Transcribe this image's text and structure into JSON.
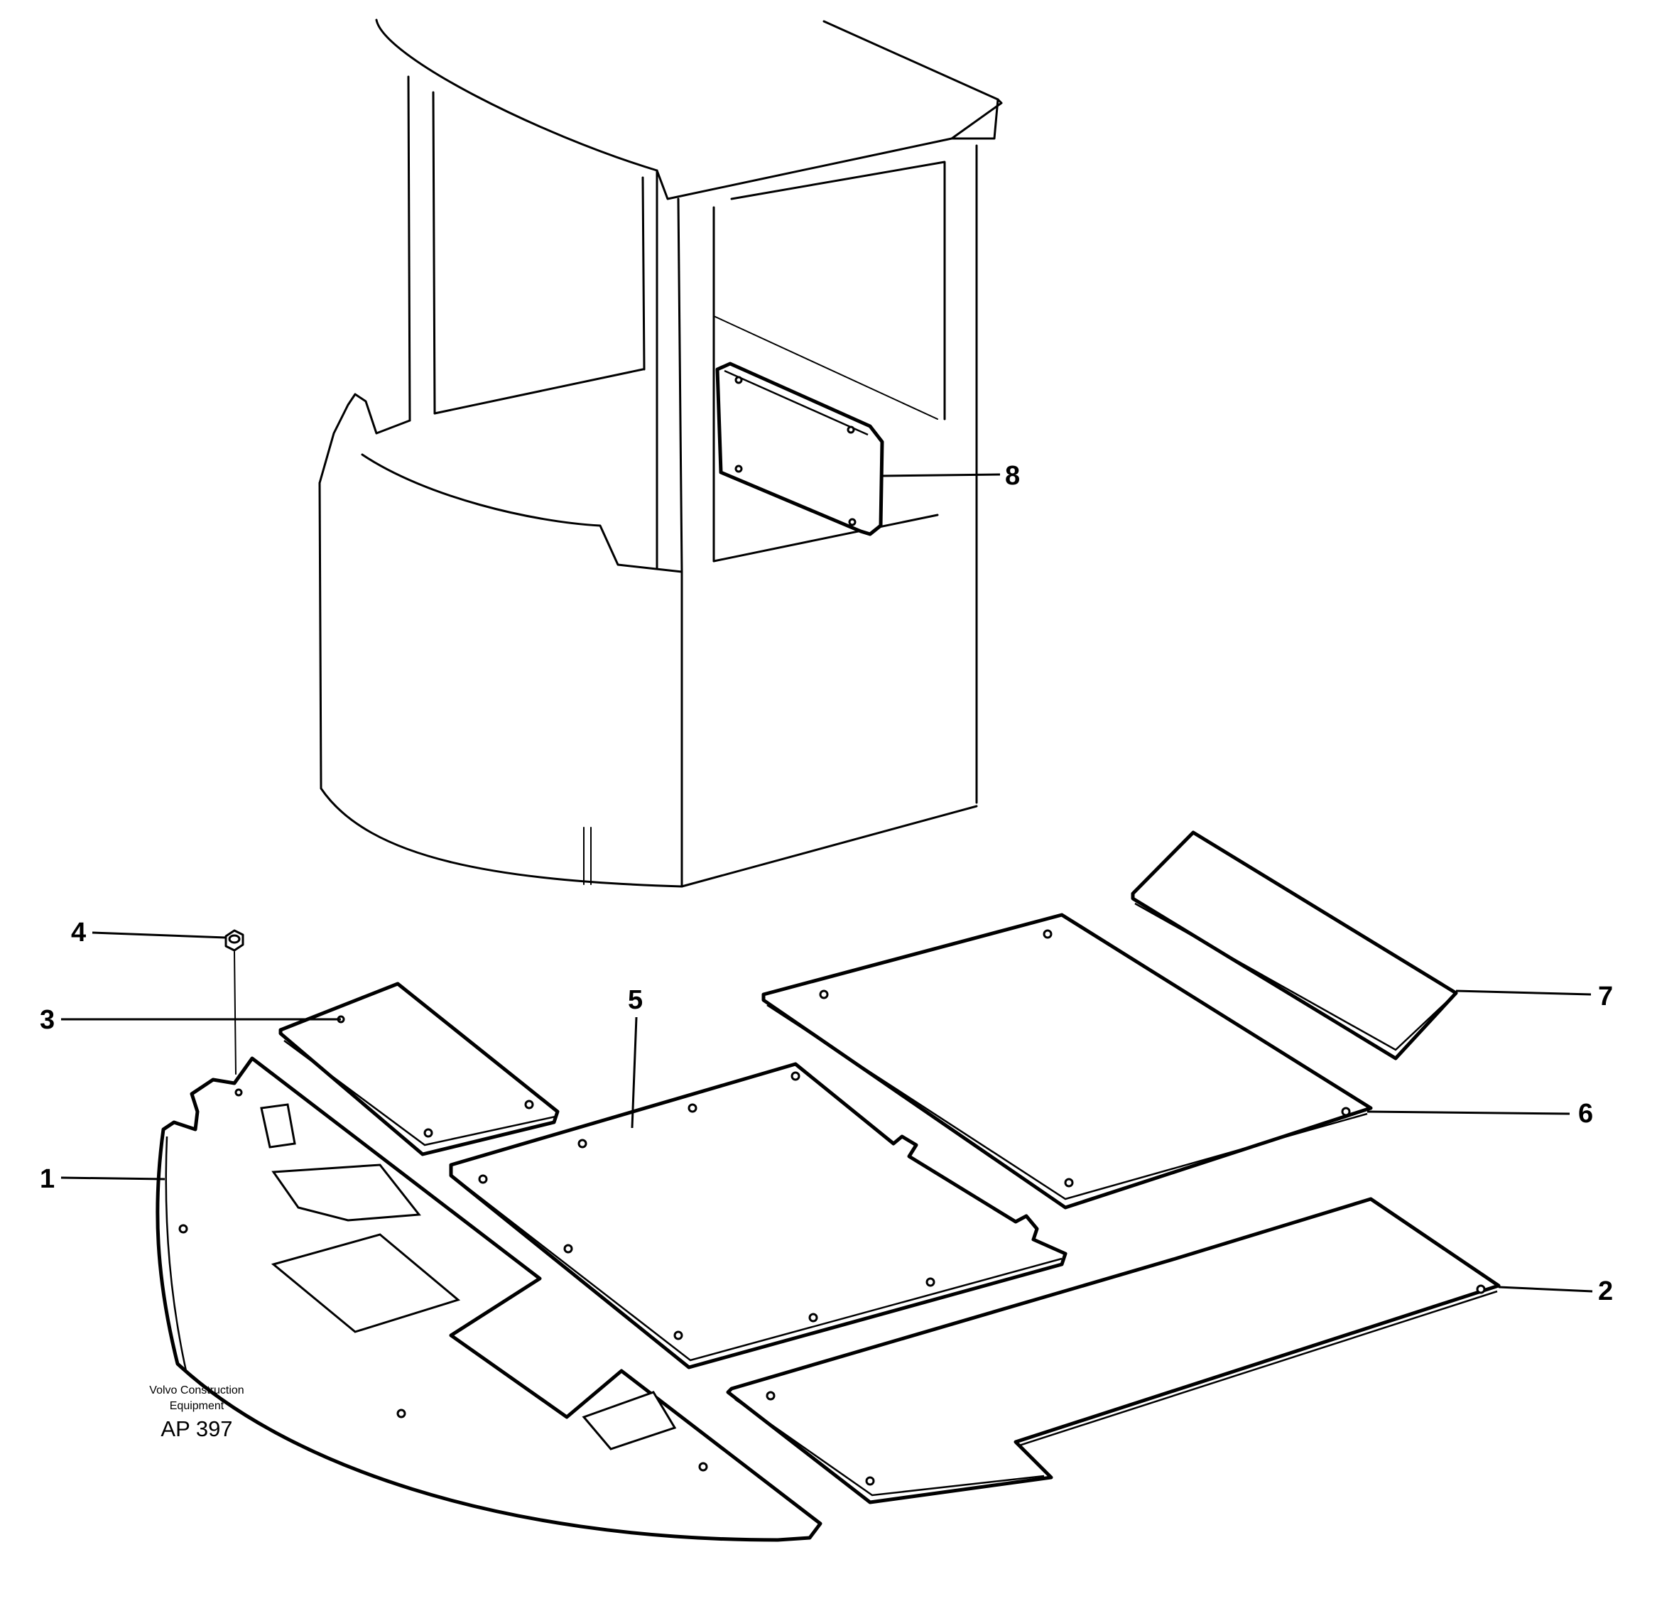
{
  "callouts": {
    "c1": "1",
    "c2": "2",
    "c3": "3",
    "c4": "4",
    "c5": "5",
    "c6": "6",
    "c7": "7",
    "c8": "8"
  },
  "credit": {
    "line1": "Volvo Construction",
    "line2": "Equipment",
    "code": "AP 397"
  }
}
